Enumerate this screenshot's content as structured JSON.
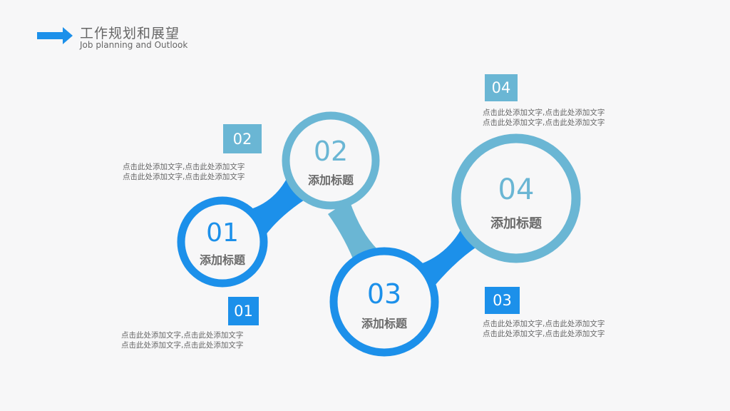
{
  "header": {
    "title": "工作规划和展望",
    "subtitle": "Job planning and Outlook",
    "arrow_icon": "right-arrow-icon"
  },
  "colors": {
    "dark_blue": "#1c90ea",
    "light_blue": "#6ab6d4",
    "text_gray": "#666666",
    "circle_fill": "#f7f7f8"
  },
  "steps": [
    {
      "number": "01",
      "title": "添加标题",
      "badge": "01",
      "desc_line1": "点击此处添加文字,点击此处添加文字",
      "desc_line2": "点击此处添加文字,点击此处添加文字",
      "style": "dark"
    },
    {
      "number": "02",
      "title": "添加标题",
      "badge": "02",
      "desc_line1": "点击此处添加文字,点击此处添加文字",
      "desc_line2": "点击此处添加文字,点击此处添加文字",
      "style": "light"
    },
    {
      "number": "03",
      "title": "添加标题",
      "badge": "03",
      "desc_line1": "点击此处添加文字,点击此处添加文字",
      "desc_line2": "点击此处添加文字,点击此处添加文字",
      "style": "dark"
    },
    {
      "number": "04",
      "title": "添加标题",
      "badge": "04",
      "desc_line1": "点击此处添加文字,点击此处添加文字",
      "desc_line2": "点击此处添加文字,点击此处添加文字",
      "style": "light"
    }
  ]
}
